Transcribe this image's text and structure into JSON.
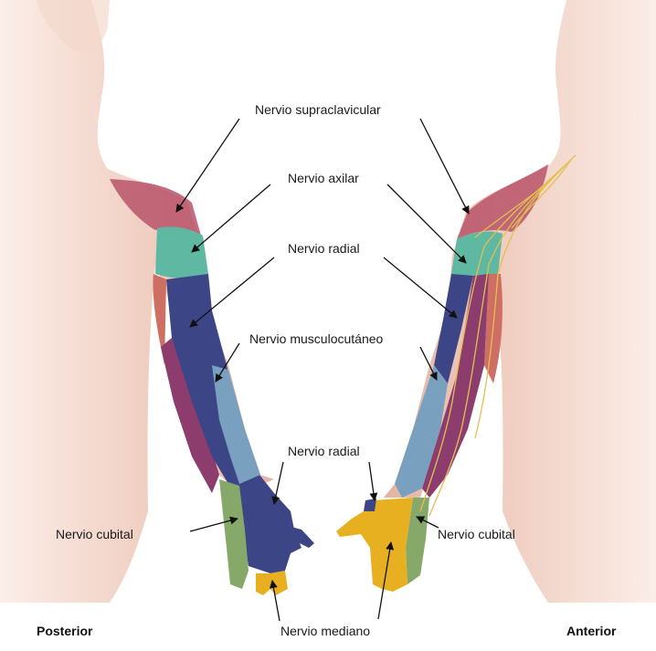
{
  "labels": {
    "supraclavicular": "Nervio supraclavicular",
    "axilar": "Nervio axilar",
    "radial_top": "Nervio radial",
    "musculocutaneo": "Nervio musculocutáneo",
    "radial_hand": "Nervio radial",
    "cubital_left": "Nervio cubital",
    "cubital_right": "Nervio cubital",
    "mediano": "Nervio mediano"
  },
  "views": {
    "posterior": "Posterior",
    "anterior": "Anterior"
  },
  "colors": {
    "skin": "#f0d2c4",
    "supraclavicular": "#b9536a",
    "axilar": "#5fb8a2",
    "radial": "#3c4585",
    "musculocutaneo": "#7aa0c0",
    "cubital": "#86a868",
    "mediano": "#e6b020",
    "antebraquial_medial": "#8c3d6e",
    "braquial_lateral": "#cf6f63",
    "nerve_lines": "#e3c050"
  }
}
